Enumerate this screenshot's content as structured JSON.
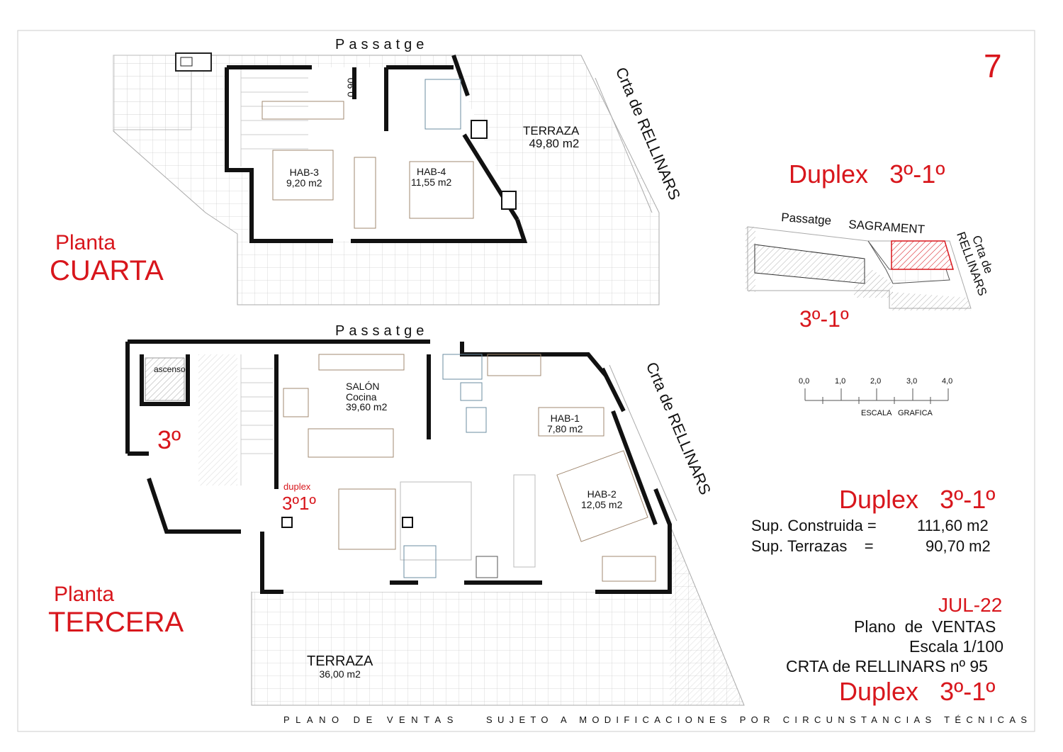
{
  "sheet": {
    "page_number": "7",
    "footer": {
      "left": "PLANO DE VENTAS",
      "right": "SUJETO A MODIFICACIONES POR CIRCUNSTANCIAS TÉCNICAS"
    }
  },
  "upper_plan": {
    "floor_label_line1": "Planta",
    "floor_label_line2": "CUARTA",
    "street_top": "Passatge",
    "street_right": "Crta de RELLINARS",
    "dimension": "0.90",
    "rooms": [
      {
        "name": "HAB-3",
        "area": "9,20 m2"
      },
      {
        "name": "HAB-4",
        "area": "11,55 m2"
      },
      {
        "name": "TERRAZA",
        "area": "49,80 m2"
      }
    ]
  },
  "lower_plan": {
    "floor_label_line1": "Planta",
    "floor_label_line2": "TERCERA",
    "street_top": "Passatge",
    "street_right": "Crta de RELLINARS",
    "level_mark": "3º",
    "unit_small": "duplex",
    "unit_big": "3º1º",
    "elevator": "ascensor",
    "rooms": [
      {
        "name": "SALÓN",
        "sub": "Cocina",
        "area": "39,60 m2"
      },
      {
        "name": "HAB-1",
        "area": "7,80 m2"
      },
      {
        "name": "HAB-2",
        "area": "12,05 m2"
      },
      {
        "name": "TERRAZA",
        "area": "36,00 m2"
      }
    ]
  },
  "location_map": {
    "title": "Duplex   3º-1º",
    "street_1": "Passatge",
    "street_2": "SAGRAMENT",
    "street_3_line1": "Crta de",
    "street_3_line2": "RELLINARS",
    "unit": "3º-1º",
    "highlight_color": "#d8161c"
  },
  "scale_bar": {
    "ticks": [
      "0,0",
      "1,0",
      "2,0",
      "3,0",
      "4,0"
    ],
    "label": "ESCALA   GRAFICA"
  },
  "summary": {
    "title": "Duplex   3º-1º",
    "built_label": "Sup. Construida =",
    "built_value": "111,60 m2",
    "terrace_label": "Sup. Terrazas    =",
    "terrace_value": "90,70 m2"
  },
  "info": {
    "date": "JUL-22",
    "plan_type": "Plano  de  VENTAS",
    "scale": "Escala 1/100",
    "address": "CRTA de RELLINARS nº 95",
    "unit": "Duplex   3º-1º"
  }
}
